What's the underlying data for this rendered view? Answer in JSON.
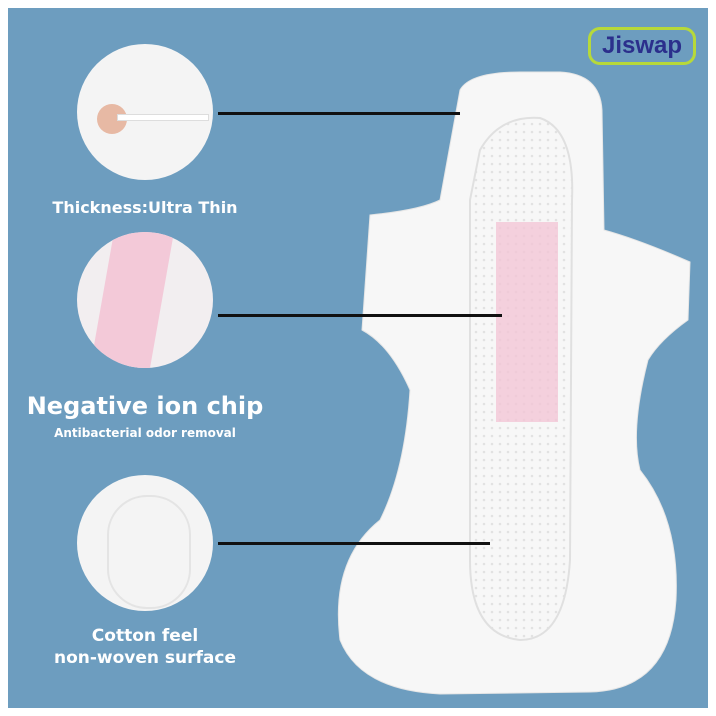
{
  "brand": {
    "logo_text": "Jiswap"
  },
  "features": [
    {
      "title": "Thickness:Ultra Thin"
    },
    {
      "title": "Negative ion chip",
      "subtitle": "Antibacterial odor removal"
    },
    {
      "title": "Cotton feel",
      "subtitle": "non-woven surface"
    }
  ],
  "colors": {
    "background": "#6d9dbf",
    "logo_border": "#b7d93a",
    "logo_text": "#2b2f8c",
    "chip_pink": "#f3c6d6"
  }
}
